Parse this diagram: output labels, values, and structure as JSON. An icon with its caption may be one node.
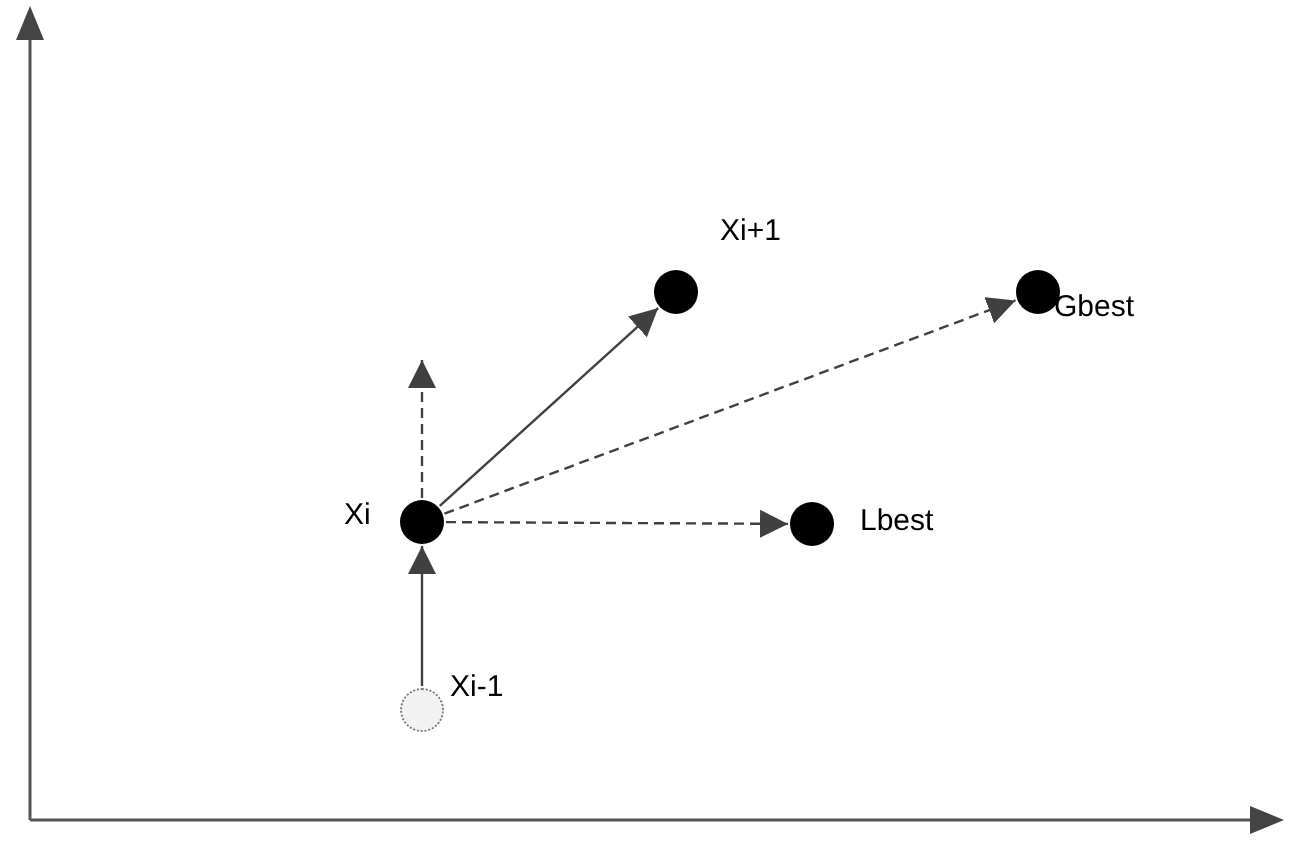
{
  "diagram": {
    "nodes": [
      {
        "text": [],
        "shape": "circle",
        "beside": [
          "Xi-1"
        ]
      },
      {
        "text": [],
        "shape": "circle",
        "beside": [
          "Xi"
        ]
      },
      {
        "text": [],
        "shape": "circle",
        "beside": [
          "Xi+1"
        ]
      },
      {
        "text": [],
        "shape": "circle",
        "beside": [
          "Gbest"
        ]
      },
      {
        "text": [],
        "shape": "circle",
        "beside": [
          "Lbest"
        ]
      }
    ],
    "edges": [
      {
        "from": 0,
        "to": 1,
        "arrow": "to"
      },
      {
        "from": 1,
        "to": 2,
        "arrow": "to"
      },
      {
        "from": 1,
        "to": 3,
        "arrow": "to",
        "style": "dashed"
      },
      {
        "from": 1,
        "to": 4,
        "arrow": "to",
        "style": "dashed"
      },
      {
        "from": 1,
        "to": null,
        "arrow": "to",
        "style": "dashed"
      }
    ]
  }
}
